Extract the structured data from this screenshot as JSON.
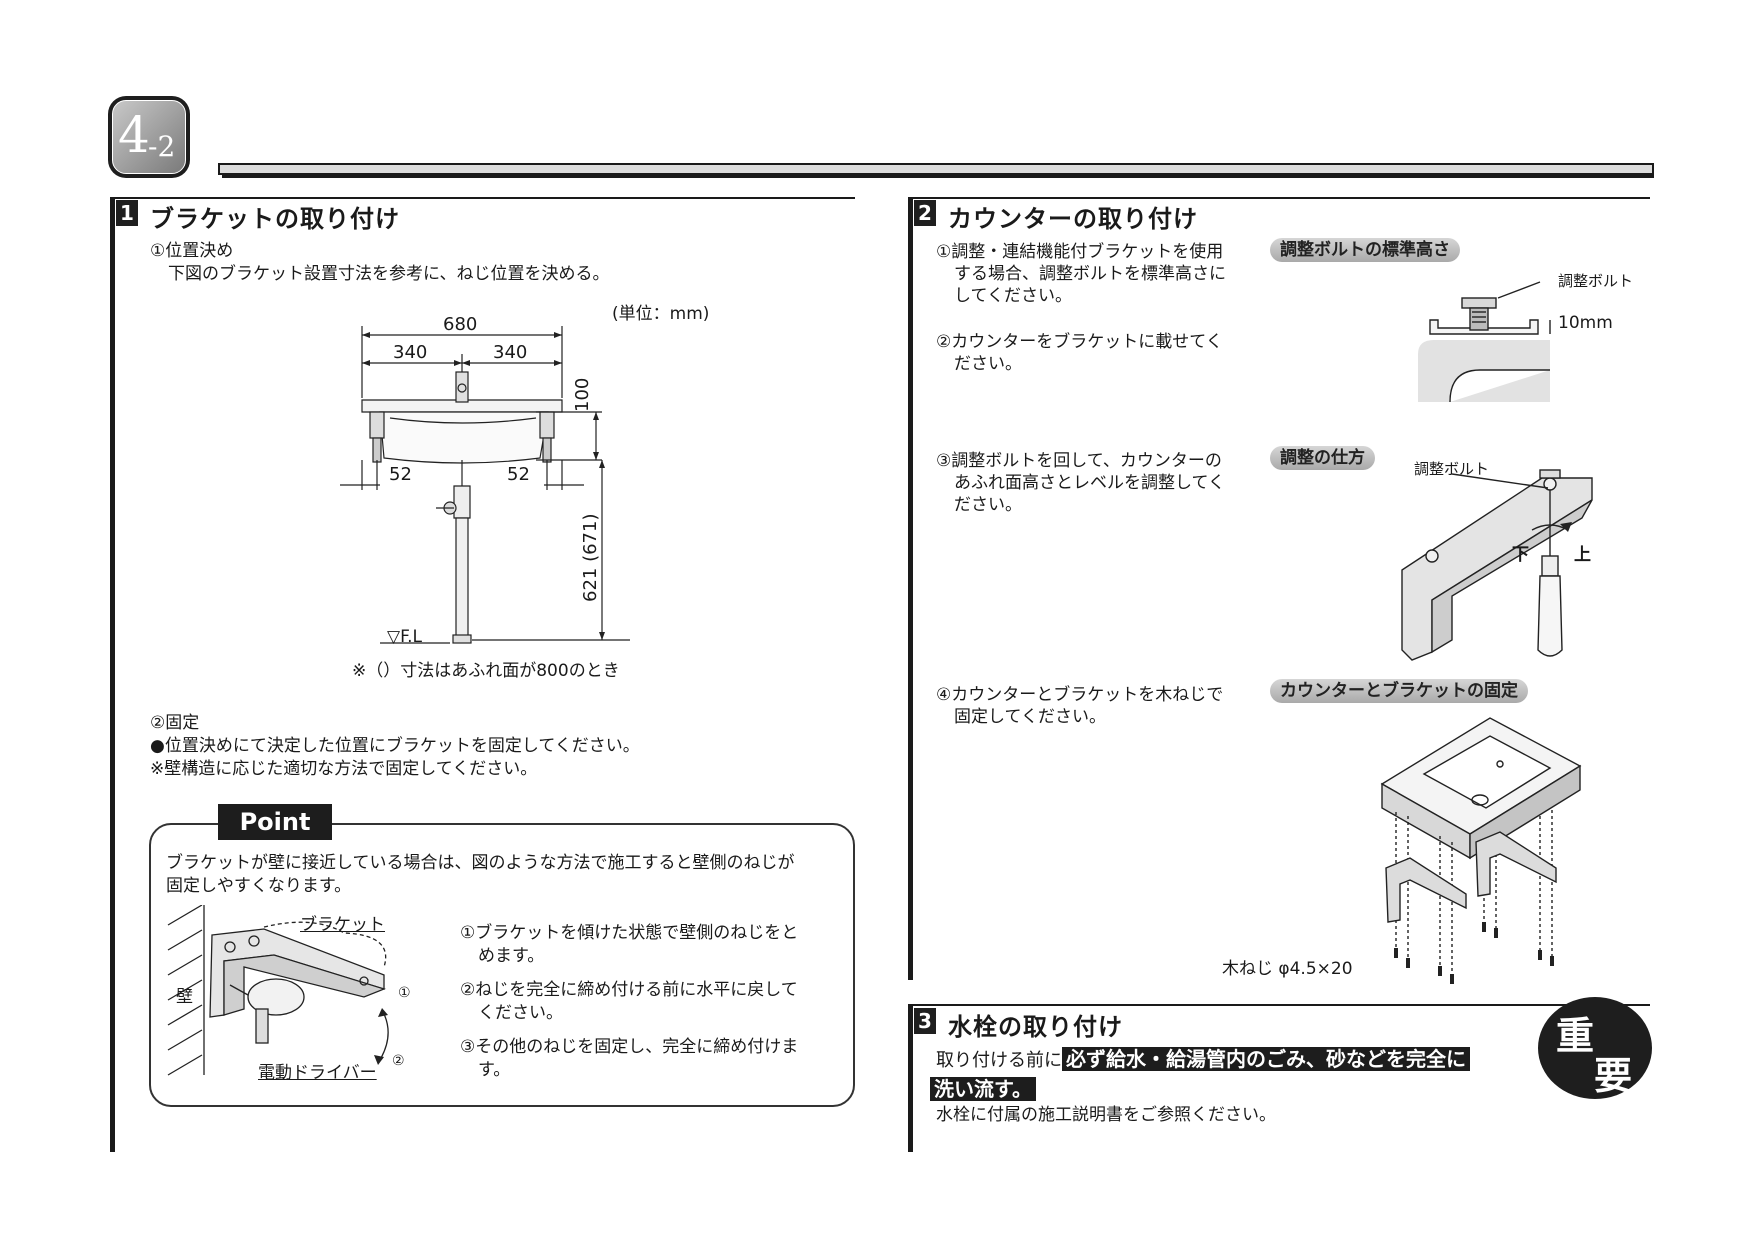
{
  "chapter": {
    "main": "4",
    "sub": "-2"
  },
  "section1": {
    "number": "1",
    "title": "ブラケットの取り付け",
    "step1_heading": "①位置決め",
    "step1_text": "下図のブラケット設置寸法を参考に、ねじ位置を決める。",
    "unit_label": "(単位：mm)",
    "dims": {
      "total": "680",
      "half_left": "340",
      "half_right": "340",
      "height_top": "100",
      "edge_left": "52",
      "edge_right": "52",
      "height_floor": "621 (671)",
      "floor_label": "▽F.L"
    },
    "diagram_note": "※（）寸法はあふれ面が800のとき",
    "step2_heading": "②固定",
    "step2_line1": "●位置決めにて決定した位置にブラケットを固定してください。",
    "step2_line2": "※壁構造に応じた適切な方法で固定してください。"
  },
  "point": {
    "label": "Point",
    "intro_line1": "ブラケットが壁に接近している場合は、図のような方法で施工すると壁側のねじが",
    "intro_line2": "固定しやすくなります。",
    "fig_bracket": "ブラケット",
    "fig_wall": "壁",
    "fig_driver": "電動ドライバー",
    "fig_step1": "①",
    "fig_step2": "②",
    "steps": [
      {
        "line1": "①ブラケットを傾けた状態で壁側のねじをと",
        "line2": "めます。"
      },
      {
        "line1": "②ねじを完全に締め付ける前に水平に戻して",
        "line2": "ください。"
      },
      {
        "line1": "③その他のねじを固定し、完全に締め付けま",
        "line2": "す。"
      }
    ]
  },
  "section2": {
    "number": "2",
    "title": "カウンターの取り付け",
    "steps": [
      {
        "lines": [
          "①調整・連結機能付ブラケットを使用",
          "する場合、調整ボルトを標準高さに",
          "してください。"
        ]
      },
      {
        "lines": [
          "②カウンターをブラケットに載せてく",
          "ださい。"
        ]
      },
      {
        "lines": [
          "③調整ボルトを回して、カウンターの",
          "あふれ面高さとレベルを調整してく",
          "ださい。"
        ]
      },
      {
        "lines": [
          "④カウンターとブラケットを木ねじで",
          "固定してください。"
        ]
      }
    ],
    "pills": [
      "調整ボルトの標準高さ",
      "調整の仕方",
      "カウンターとブラケットの固定"
    ],
    "fig1_bolt_label": "調整ボルト",
    "fig1_height": "10mm",
    "fig2_bolt_label": "調整ボルト",
    "fig2_down": "下",
    "fig2_up": "上",
    "fig3_screw_label": "木ねじ φ4.5×20"
  },
  "section3": {
    "number": "3",
    "title": "水栓の取り付け",
    "line1_prefix": "取り付ける前に",
    "line1_highlight": "必ず給水・給湯管内のごみ、砂などを完全に",
    "line2_highlight": "洗い流す。",
    "line3": "水栓に付属の施工説明書をご参照ください。",
    "badge_char1": "重",
    "badge_char2": "要"
  }
}
